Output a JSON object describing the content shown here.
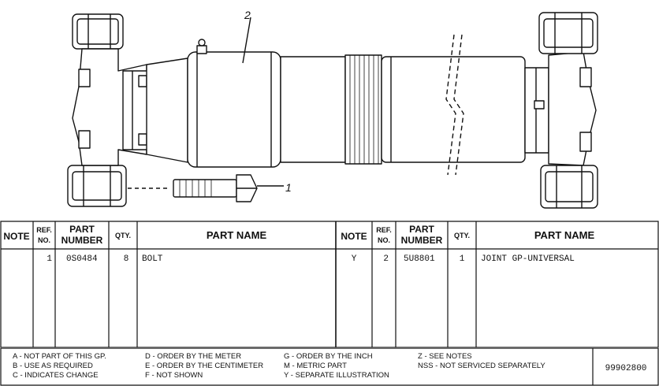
{
  "illustration": {
    "callouts": [
      "2",
      "1"
    ]
  },
  "table": {
    "headers": {
      "note": "NOTE",
      "ref_no_line1": "REF.",
      "ref_no_line2": "NO.",
      "part_number_line1": "PART",
      "part_number_line2": "NUMBER",
      "qty": "QTY.",
      "part_name": "PART NAME"
    },
    "left_rows": [
      {
        "note": "",
        "ref": "1",
        "part_number": "0S0484",
        "qty": "8",
        "part_name": "BOLT"
      }
    ],
    "right_rows": [
      {
        "note": "Y",
        "ref": "2",
        "part_number": "5U8801",
        "qty": "1",
        "part_name": "JOINT GP-UNIVERSAL"
      }
    ]
  },
  "legend": {
    "col1": [
      "A - NOT PART OF THIS GP.",
      "B - USE AS REQUIRED",
      "C - INDICATES CHANGE"
    ],
    "col2": [
      "D - ORDER BY THE METER",
      "E - ORDER BY THE CENTIMETER",
      "F - NOT SHOWN"
    ],
    "col3": [
      "G - ORDER BY THE INCH",
      "M - METRIC PART",
      "Y - SEPARATE ILLUSTRATION"
    ],
    "col4": [
      "Z - SEE NOTES",
      "NSS - NOT SERVICED SEPARATELY"
    ],
    "doc_number": "99902800"
  }
}
